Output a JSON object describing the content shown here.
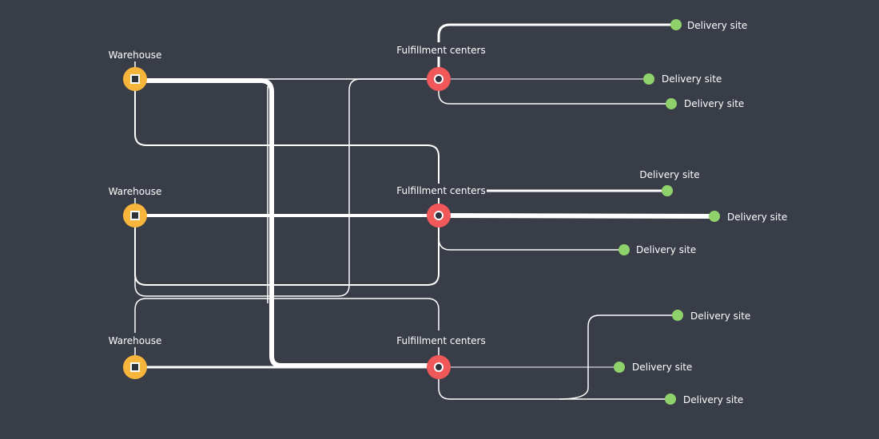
{
  "colors": {
    "background": "#383d47",
    "link": "#ffffff",
    "warehouse": "#f7b53b",
    "fulfillment": "#f0585a",
    "delivery": "#8fd16a",
    "hub_marker": "#2e333c"
  },
  "warehouses": [
    {
      "label": "Warehouse",
      "marker": "square"
    },
    {
      "label": "Warehouse",
      "marker": "square"
    },
    {
      "label": "Warehouse",
      "marker": "square"
    }
  ],
  "fulfillment_centers": [
    {
      "label": "Fulfillment centers",
      "marker": "circle"
    },
    {
      "label": "Fulfillment centers",
      "marker": "circle"
    },
    {
      "label": "Fulfillment centers",
      "marker": "circle"
    }
  ],
  "delivery_sites": [
    {
      "label": "Delivery site",
      "center": 1
    },
    {
      "label": "Delivery site",
      "center": 1
    },
    {
      "label": "Delivery site",
      "center": 1
    },
    {
      "label": "Delivery site",
      "center": 2
    },
    {
      "label": "Delivery site",
      "center": 2
    },
    {
      "label": "Delivery site",
      "center": 2
    },
    {
      "label": "Delivery site",
      "center": 3
    },
    {
      "label": "Delivery site",
      "center": 3
    },
    {
      "label": "Delivery site",
      "center": 3
    }
  ],
  "connections": [
    {
      "from": "Warehouse 1",
      "to": "Fulfillment centers 1"
    },
    {
      "from": "Warehouse 1",
      "to": "Fulfillment centers 2"
    },
    {
      "from": "Warehouse 1",
      "to": "Fulfillment centers 3"
    },
    {
      "from": "Warehouse 2",
      "to": "Fulfillment centers 1"
    },
    {
      "from": "Warehouse 2",
      "to": "Fulfillment centers 2"
    },
    {
      "from": "Warehouse 2",
      "to": "Fulfillment centers 3"
    },
    {
      "from": "Warehouse 3",
      "to": "Fulfillment centers 2"
    },
    {
      "from": "Warehouse 3",
      "to": "Fulfillment centers 3"
    }
  ]
}
